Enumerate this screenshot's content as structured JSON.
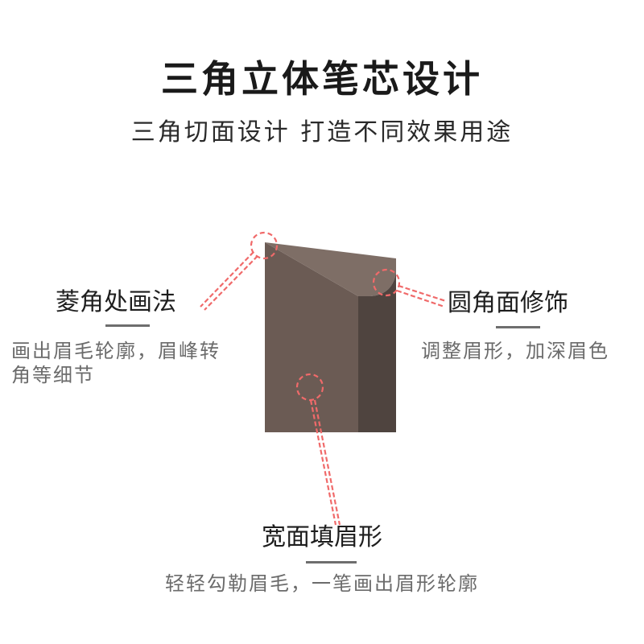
{
  "header": {
    "title": "三角立体笔芯设计",
    "subtitle": "三角切面设计 打造不同效果用途"
  },
  "callouts": [
    {
      "id": "left",
      "label": "菱角处画法",
      "description_line1": "画出眉毛轮廓，眉峰转",
      "description_line2": "角等细节"
    },
    {
      "id": "right",
      "label": "圆角面修饰",
      "description": "调整眉形，加深眉色"
    },
    {
      "id": "bottom",
      "label": "宽面填眉形",
      "description": "轻轻勾勒眉毛，一笔画出眉形轮廓"
    }
  ],
  "colors": {
    "front_face": "#6b5b54",
    "top_face": "#7e6e66",
    "side_face": "#4f443f",
    "accent_dashed": "#f06a6a",
    "underline": "#6e6e6e"
  }
}
